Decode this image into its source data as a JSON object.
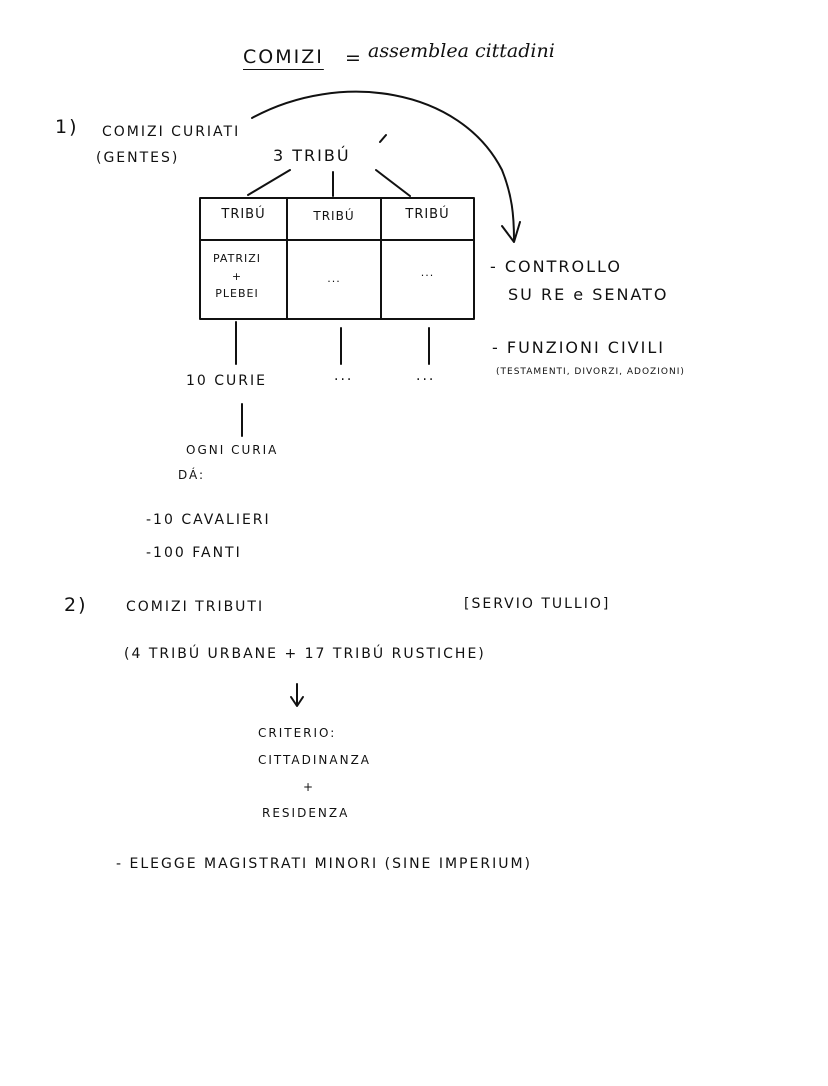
{
  "title": "COMIZI",
  "title_equals": "=",
  "title_definition": "assemblea cittadini",
  "section1": {
    "number": "1)",
    "name": "COMIZI CURIATI",
    "note": "(GENTES)",
    "tribes_label": "3 TRIBÚ",
    "table_headers": [
      "TRIBÚ",
      "TRIBÚ",
      "TRIBÚ"
    ],
    "cell_line1": "PATRIZI",
    "cell_plus": "+",
    "cell_line2": "PLEBEI",
    "cell_ellipsis": "...",
    "curie": "10 CURIE",
    "curie_ellipsis": "...",
    "every_curia": "OGNI CURIA",
    "gives": "DÁ:",
    "cavalry": "-10 CAVALIERI",
    "infantry": "-100 FANTI",
    "function1_line1": "- CONTROLLO",
    "function1_line2": "SU RE e SENATO",
    "function2": "- FUNZIONI CIVILI",
    "function2_detail": "(TESTAMENTI, DIVORZI, ADOZIONI)"
  },
  "section2": {
    "number": "2)",
    "name": "COMIZI TRIBUTI",
    "founder": "[SERVIO TULLIO]",
    "composition": "(4 TRIBÚ URBANE + 17 TRIBÚ RUSTICHE)",
    "criterion_label": "CRITERIO:",
    "criterion_1": "CITTADINANZA",
    "criterion_plus": "+",
    "criterion_2": "RESIDENZA",
    "elects": "- ELEGGE MAGISTRATI MINORI (SINE IMPERIUM)"
  }
}
